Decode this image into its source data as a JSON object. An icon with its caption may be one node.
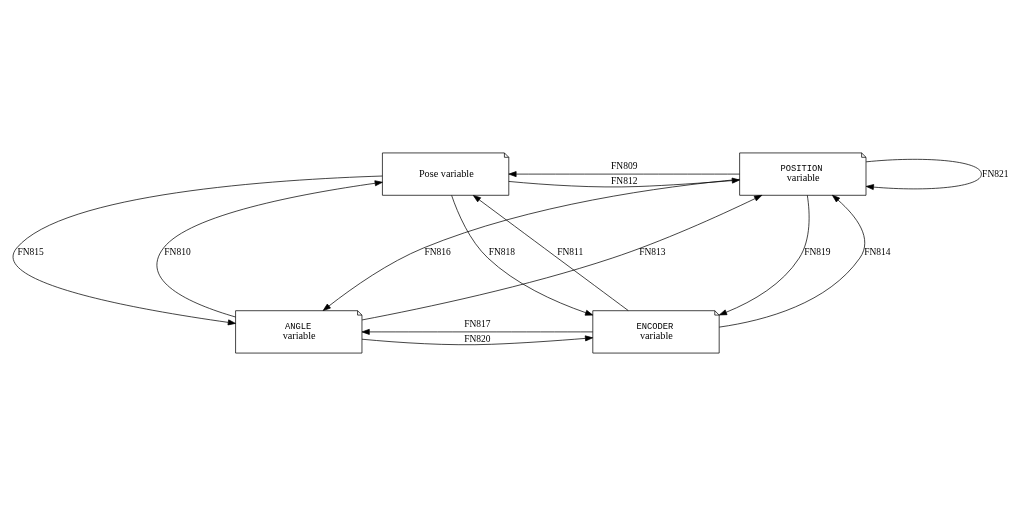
{
  "diagram": {
    "nodes": [
      {
        "text": [
          "Pose variable"
        ]
      },
      {
        "text": [
          "POSITION",
          "variable"
        ]
      },
      {
        "text": [
          "ANGLE",
          "variable"
        ]
      },
      {
        "text": [
          "ENCODER",
          "variable"
        ]
      }
    ],
    "edges": [
      {
        "from": 1,
        "to": 0,
        "arrow": "to",
        "label": "FN809"
      },
      {
        "from": 0,
        "to": 1,
        "arrow": "to",
        "label": "FN812"
      },
      {
        "from": 3,
        "to": 0,
        "arrow": "to",
        "label": "FN811"
      },
      {
        "from": 1,
        "to": 1,
        "arrow": "to",
        "label": "FN821"
      },
      {
        "from": 2,
        "to": 1,
        "arrow": "to",
        "label": "FN813"
      },
      {
        "from": 0,
        "to": 2,
        "arrow": "to",
        "label": "FN815"
      },
      {
        "from": 2,
        "to": 0,
        "arrow": "to",
        "label": "FN810"
      },
      {
        "from": 1,
        "to": 2,
        "arrow": "to",
        "label": "FN816"
      },
      {
        "from": 1,
        "to": 3,
        "arrow": "to",
        "label": "FN819"
      },
      {
        "from": 3,
        "to": 1,
        "arrow": "to",
        "label": "FN814"
      },
      {
        "from": 0,
        "to": 3,
        "arrow": "to",
        "label": "FN818"
      },
      {
        "from": 3,
        "to": 2,
        "arrow": "to",
        "label": "FN817"
      },
      {
        "from": 2,
        "to": 3,
        "arrow": "to",
        "label": "FN820"
      }
    ]
  }
}
